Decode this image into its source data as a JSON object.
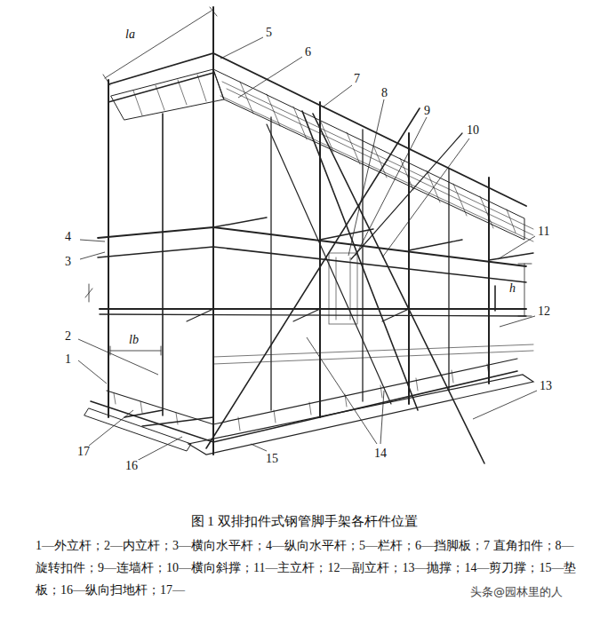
{
  "diagram": {
    "title": "图 1   双排扣件式钢管脚手架各杆件位置",
    "caption": "1—外立杆；2—内立杆；3—横向水平杆；4—纵向水平杆；5—栏杆；6—挡脚板；7 直角扣件；8—旋转扣件；9—连墙杆；10—横向斜撑；11—主立杆；12—副立杆；13—抛撑；14—剪刀撑；15—垫板；16—纵向扫地杆；17—",
    "labels": [
      "la",
      "5",
      "6",
      "7",
      "8",
      "9",
      "10",
      "4",
      "3",
      "11",
      "h",
      "12",
      "lb",
      "2",
      "1",
      "13",
      "14",
      "17",
      "16",
      "15",
      "头条@园林里的人"
    ]
  }
}
